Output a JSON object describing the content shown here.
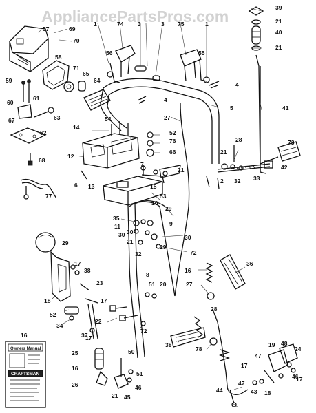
{
  "watermark": "AppliancePartsPros.com",
  "manual": {
    "brand": "CRAFTSMAN",
    "top_label": "Owners Manual"
  },
  "part_numbers": [
    "39",
    "21",
    "40",
    "21",
    "57",
    "69",
    "70",
    "1",
    "74",
    "3",
    "3",
    "75",
    "1",
    "58",
    "56",
    "55",
    "59",
    "71",
    "65",
    "4",
    "60",
    "61",
    "67",
    "63",
    "64",
    "4",
    "5",
    "41",
    "62",
    "14",
    "54",
    "27",
    "52",
    "76",
    "66",
    "28",
    "21",
    "73",
    "12",
    "7",
    "2",
    "33",
    "42",
    "68",
    "21",
    "32",
    "6",
    "13",
    "15",
    "53",
    "77",
    "10",
    "35",
    "11",
    "29",
    "30",
    "9",
    "29",
    "30",
    "21",
    "30",
    "29",
    "32",
    "72",
    "36",
    "16",
    "17",
    "38",
    "27",
    "8",
    "18",
    "23",
    "17",
    "51",
    "20",
    "52",
    "34",
    "22",
    "37",
    "28",
    "17",
    "72",
    "38",
    "78",
    "16",
    "25",
    "50",
    "48",
    "19",
    "16",
    "51",
    "17",
    "47",
    "46",
    "17",
    "24",
    "26",
    "21",
    "45",
    "46",
    "47",
    "43",
    "18",
    "44"
  ]
}
